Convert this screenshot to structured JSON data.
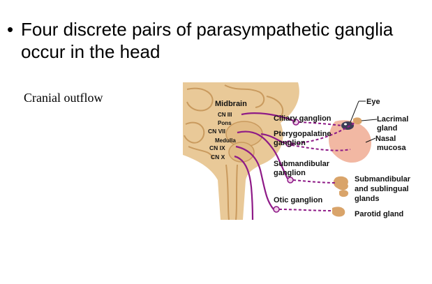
{
  "slide": {
    "bullet_marker": "•",
    "bullet_text": "Four discrete pairs of parasympathetic ganglia occur in the head",
    "caption": "Cranial outflow"
  },
  "figure": {
    "labels": {
      "midbrain": "Midbrain",
      "cn3": "CN III",
      "pons": "Pons",
      "cn7": "CN VII",
      "medulla": "Medulla",
      "cn9": "CN IX",
      "cn10": "CN X",
      "eye": "Eye",
      "ciliary": "Ciliary ganglion",
      "ptery1": "Pterygopalatine",
      "ptery2": "ganglion",
      "lacrimal1": "Lacrimal",
      "lacrimal2": "gland",
      "nasal1": "Nasal",
      "nasal2": "mucosa",
      "submand1": "Submandibular",
      "submand2": "ganglion",
      "subgl1": "Submandibular",
      "subgl2": "and sublingual",
      "subgl3": "glands",
      "otic": "Otic ganglion",
      "parotid": "Parotid gland"
    },
    "colors": {
      "brain": "#e9c998",
      "brain_dark": "#c99a5e",
      "nerve": "#8e1a87",
      "face": "#f2b8a3",
      "gland": "#d9a46a"
    }
  }
}
